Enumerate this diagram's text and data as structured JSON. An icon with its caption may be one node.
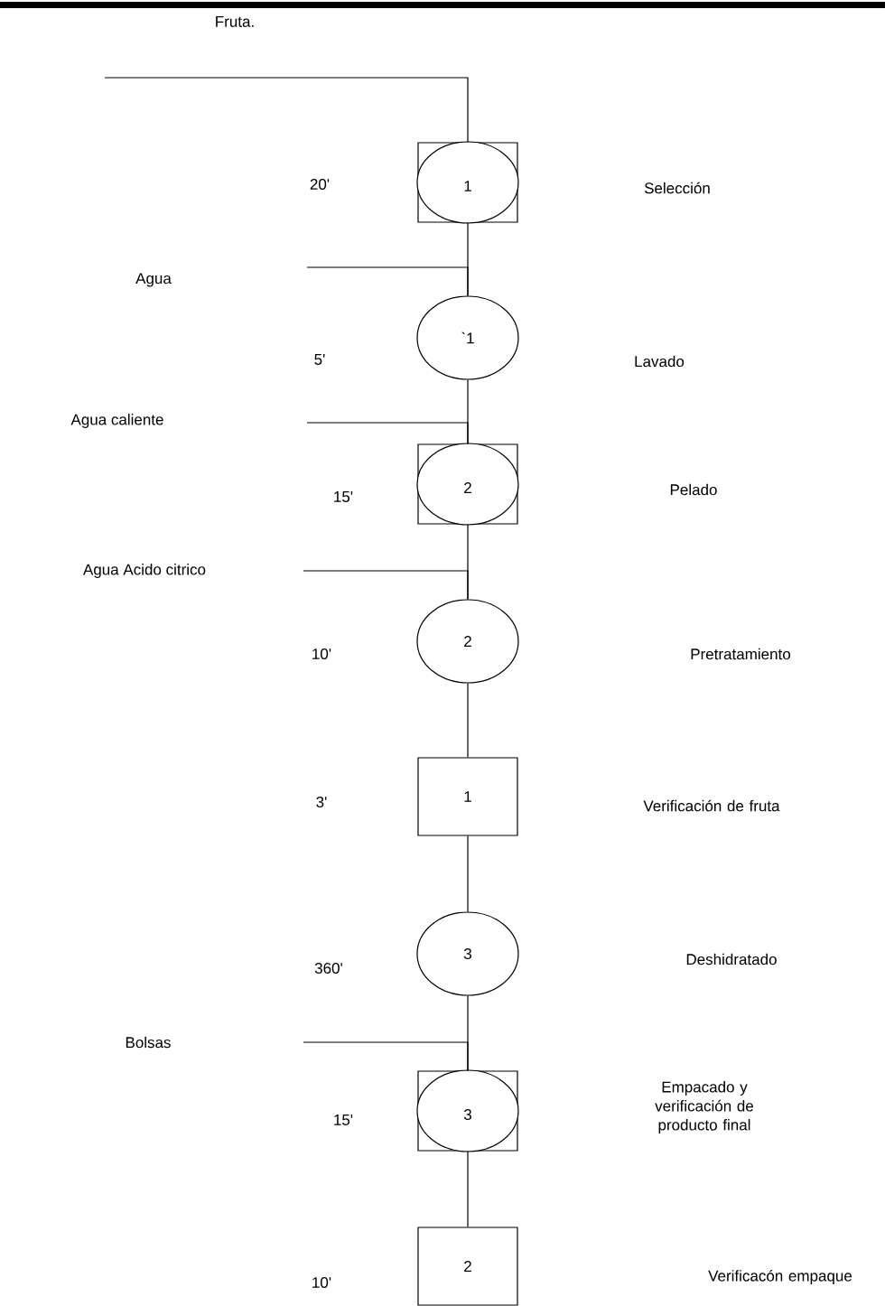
{
  "diagram": {
    "nodes": [
      {
        "text": [
          "1"
        ]
      },
      {
        "text": [
          "`1"
        ]
      },
      {
        "text": [
          "2"
        ]
      },
      {
        "text": [
          "2"
        ]
      },
      {
        "text": [
          "1"
        ]
      },
      {
        "text": [
          "3"
        ]
      },
      {
        "text": [
          "3"
        ]
      },
      {
        "text": [
          "2"
        ]
      }
    ],
    "edges": [
      {
        "from": null,
        "to": 0,
        "arrow": "none"
      },
      {
        "from": 0,
        "to": 1,
        "arrow": "none"
      },
      {
        "from": null,
        "to": 1,
        "arrow": "none"
      },
      {
        "from": 1,
        "to": 2,
        "arrow": "none"
      },
      {
        "from": null,
        "to": 2,
        "arrow": "none"
      },
      {
        "from": 2,
        "to": 3,
        "arrow": "none"
      },
      {
        "from": null,
        "to": 3,
        "arrow": "none"
      },
      {
        "from": 3,
        "to": 4,
        "arrow": "none"
      },
      {
        "from": 4,
        "to": 5,
        "arrow": "none"
      },
      {
        "from": 5,
        "to": 6,
        "arrow": "none"
      },
      {
        "from": null,
        "to": 6,
        "arrow": "none"
      },
      {
        "from": 6,
        "to": 7,
        "arrow": "none"
      }
    ],
    "labels": [
      "Fruta.",
      "20'",
      "Selección",
      "Agua",
      "5'",
      "Lavado",
      "Agua caliente",
      "15'",
      "Pelado",
      "Agua Acido citrico",
      "10'",
      "Pretratamiento",
      "3'",
      "Verificación de fruta",
      "360'",
      "Deshidratado",
      "Bolsas",
      "15'",
      "Empacado y verificación de producto final",
      "10'",
      "Verificacón empaque"
    ]
  }
}
